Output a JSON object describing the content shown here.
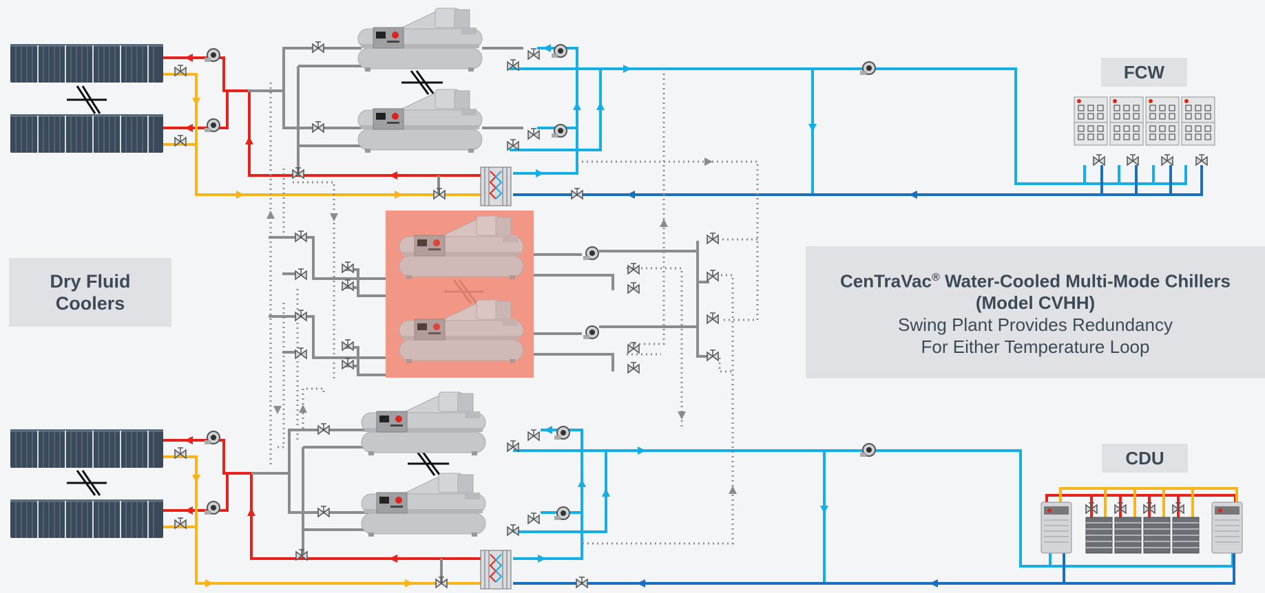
{
  "labels": {
    "dry_fluid_coolers_line1": "Dry Fluid",
    "dry_fluid_coolers_line2": "Coolers",
    "fcw": "FCW",
    "cdu": "CDU"
  },
  "info": {
    "title_main": "CenTraVac",
    "title_reg": "®",
    "title_rest": " Water-Cooled Multi-Mode Chillers",
    "model": "(Model CVHH)",
    "desc_line1": "Swing Plant Provides Redundancy",
    "desc_line2": "For Either Temperature Loop"
  },
  "colors": {
    "background": "#f3f5f7",
    "hot_pipe": "#e8221b",
    "warm_pipe": "#f7b51b",
    "chilled_supply": "#16aee6",
    "chilled_return": "#1a6fbe",
    "gray_pipe": "#8a8d90",
    "swing_highlight": "#f28c78",
    "label_box": "#dfe1e4",
    "text": "#3d4a56"
  },
  "icons": [
    "dry-cooler-icon",
    "pump-icon",
    "valve-icon",
    "chiller-icon",
    "heat-exchanger-icon",
    "fan-coil-wall-icon",
    "cdu-icon",
    "rack-icon"
  ]
}
